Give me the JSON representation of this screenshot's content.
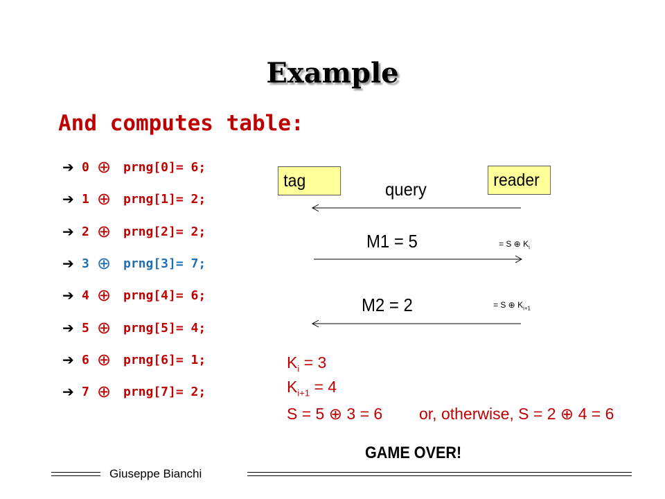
{
  "slide": {
    "title": "Example",
    "subtitle": "And computes table:",
    "table_rows": [
      {
        "index": "0",
        "op": "⊕",
        "expr": "prng[0]= 6;"
      },
      {
        "index": "1",
        "op": "⊕",
        "expr": "prng[1]= 2;"
      },
      {
        "index": "2",
        "op": "⊕",
        "expr": "prng[2]= 2;"
      },
      {
        "index": "3",
        "op": "⊕",
        "expr": "prng[3]= 7;"
      },
      {
        "index": "4",
        "op": "⊕",
        "expr": "prng[4]= 6;"
      },
      {
        "index": "5",
        "op": "⊕",
        "expr": "prng[5]= 4;"
      },
      {
        "index": "6",
        "op": "⊕",
        "expr": "prng[6]= 1;"
      },
      {
        "index": "7",
        "op": "⊕",
        "expr": "prng[7]= 2;"
      }
    ],
    "highlight_row_index": 3,
    "bullet_icon": "right-arrow-icon",
    "diagram": {
      "tag_label": "tag",
      "reader_label": "reader",
      "query_label": "query",
      "m1_label": "M1 = 5",
      "m1_note": {
        "prefix": "= S ⊕ K",
        "sub": "i"
      },
      "m2_label": "M2 = 2",
      "m2_note": {
        "prefix": "= S ⊕ K",
        "sub": "i+1"
      }
    },
    "result": {
      "ki": {
        "base": "K",
        "sub": "i",
        "rest": " = 3"
      },
      "ki1": {
        "base": "K",
        "sub": "i+1",
        "rest": " = 4"
      },
      "s_line": "S = 5 ⊕ 3 = 6",
      "s_alt": "or, otherwise, S = 2 ⊕ 4 = 6"
    },
    "game_over": "GAME OVER!",
    "footer": "Giuseppe Bianchi",
    "colors": {
      "accent_red": "#c00000",
      "accent_blue": "#1f6fb2",
      "box_fill": "#ffff99"
    }
  }
}
